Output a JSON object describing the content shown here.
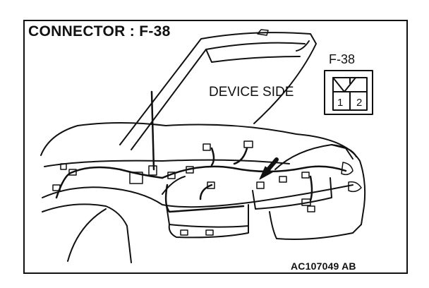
{
  "title": "CONNECTOR : F-38",
  "callout": "DEVICE SIDE",
  "connector": {
    "id": "F-38",
    "pins": [
      "1",
      "2"
    ]
  },
  "figure_id": "AC107049 AB",
  "colors": {
    "ink": "#111111",
    "background": "#ffffff"
  }
}
